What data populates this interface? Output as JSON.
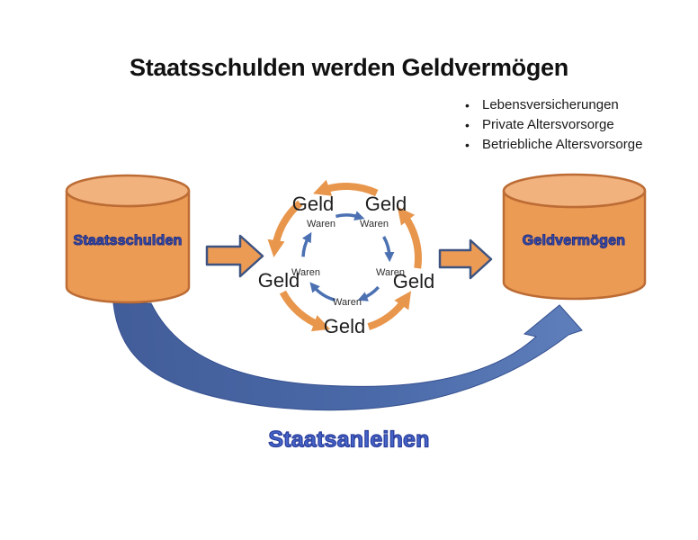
{
  "slide": {
    "title": "Staatsschulden werden Geldvermögen",
    "bullet_char": "•",
    "bullets": [
      "Lebensversicherungen",
      "Private Altersvorsorge",
      "Betriebliche Altersvorsorge"
    ],
    "left_cylinder_label": "Staatsschulden",
    "right_cylinder_label": "Geldvermögen",
    "bottom_arrow_label": "Staatsanleihen",
    "cycle": {
      "geld": [
        "Geld",
        "Geld",
        "Geld",
        "Geld",
        "Geld"
      ],
      "waren": [
        "Waren",
        "Waren",
        "Waren",
        "Waren",
        "Waren"
      ]
    },
    "colors": {
      "cylinder_fill": "#EC9B55",
      "cylinder_top_fill": "#F2B27E",
      "cylinder_stroke": "#BC6C34",
      "block_arrow_fill": "#EC9B55",
      "block_arrow_stroke": "#3E5380",
      "money_arc": "#E8964B",
      "goods_arc": "#4C71B2",
      "swoosh_dark": "#425D99",
      "swoosh_mid": "#4A69A8",
      "swoosh_light": "#5E7FBC",
      "swoosh_edge": "#35508F",
      "anleihen_blue": "#4565CA"
    }
  }
}
